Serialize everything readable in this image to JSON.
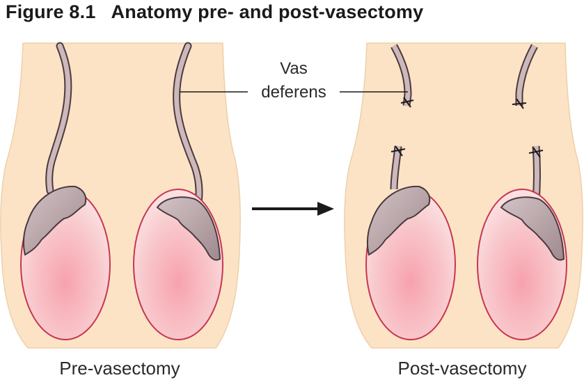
{
  "figure": {
    "number": "Figure 8.1",
    "title": "Anatomy pre- and post-vasectomy"
  },
  "labels": {
    "vas_line1": "Vas",
    "vas_line2": "deferens"
  },
  "captions": {
    "left": "Pre-vasectomy",
    "right": "Post-vasectomy"
  },
  "colors": {
    "skin": "#fde3c5",
    "skin_outline": "#e9c9a2",
    "testis": "#f6b9bf",
    "testis_outline": "#c7364f",
    "epididymis": "#b8a3a7",
    "epididymis_outline": "#4a3a3e",
    "vas": "#cdb8bc",
    "vas_outline": "#4a3a3e",
    "arrow": "#1a1a1a"
  }
}
